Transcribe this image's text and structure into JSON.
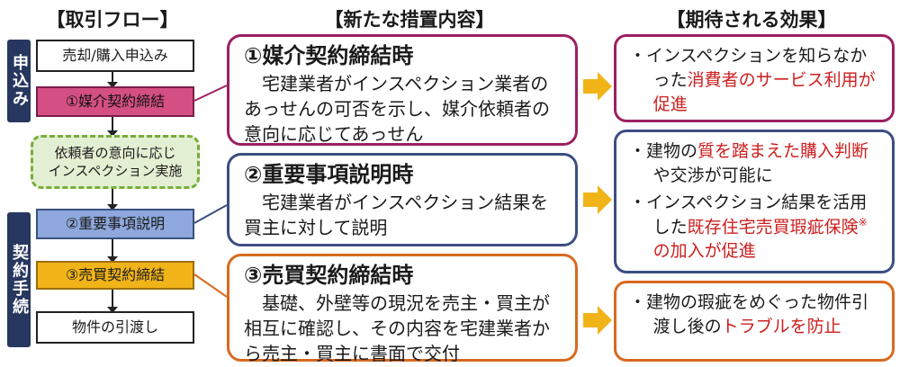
{
  "headers": {
    "flow": "【取引フロー】",
    "measures": "【新たな措置内容】",
    "effects": "【期待される効果】"
  },
  "side_tags": {
    "application": "申込み",
    "contract": "契約手続"
  },
  "flow_steps": [
    "売却/購入申込み",
    "①媒介契約締結",
    "依頼者の意向に応じ\nインスペクション実施",
    "②重要事項説明",
    "③売買契約締結",
    "物件の引渡し"
  ],
  "measures": [
    {
      "title": "①媒介契約締結時",
      "body": "宅建業者がインスペクション業者のあっせんの可否を示し、媒介依頼者の意向に応じてあっせん"
    },
    {
      "title": "②重要事項説明時",
      "body": "宅建業者がインスペクション結果を買主に対して説明"
    },
    {
      "title": "③売買契約締結時",
      "body": "基礎、外壁等の現況を売主・買主が相互に確認し、その内容を宅建業者から売主・買主に書面で交付"
    }
  ],
  "effects": {
    "e1": {
      "bullet": "・",
      "text1": "インスペクションを知らなかった",
      "red1": "消費者のサービス利用が促進"
    },
    "e2a": {
      "bullet": "・",
      "text1": "建物の",
      "red1": "質を踏まえた購入判断",
      "text2": "や交渉が可能に"
    },
    "e2b": {
      "bullet": "・",
      "text1": "インスペクション結果を活用した",
      "red1": "既存住宅売買瑕疵保険",
      "sup": "※",
      "red2": "の加入が促進"
    },
    "e3": {
      "bullet": "・",
      "text1": "建物の瑕疵をめぐった物件引渡し後の",
      "red1": "トラブルを防止"
    }
  },
  "colors": {
    "navy": "#27375f",
    "pink": "#d44f84",
    "blue": "#8ea7dc",
    "gold": "#f0b419",
    "green": "#77ad3c",
    "orange_arrow": "#f0b419",
    "red_text": "#cc1f1f"
  }
}
